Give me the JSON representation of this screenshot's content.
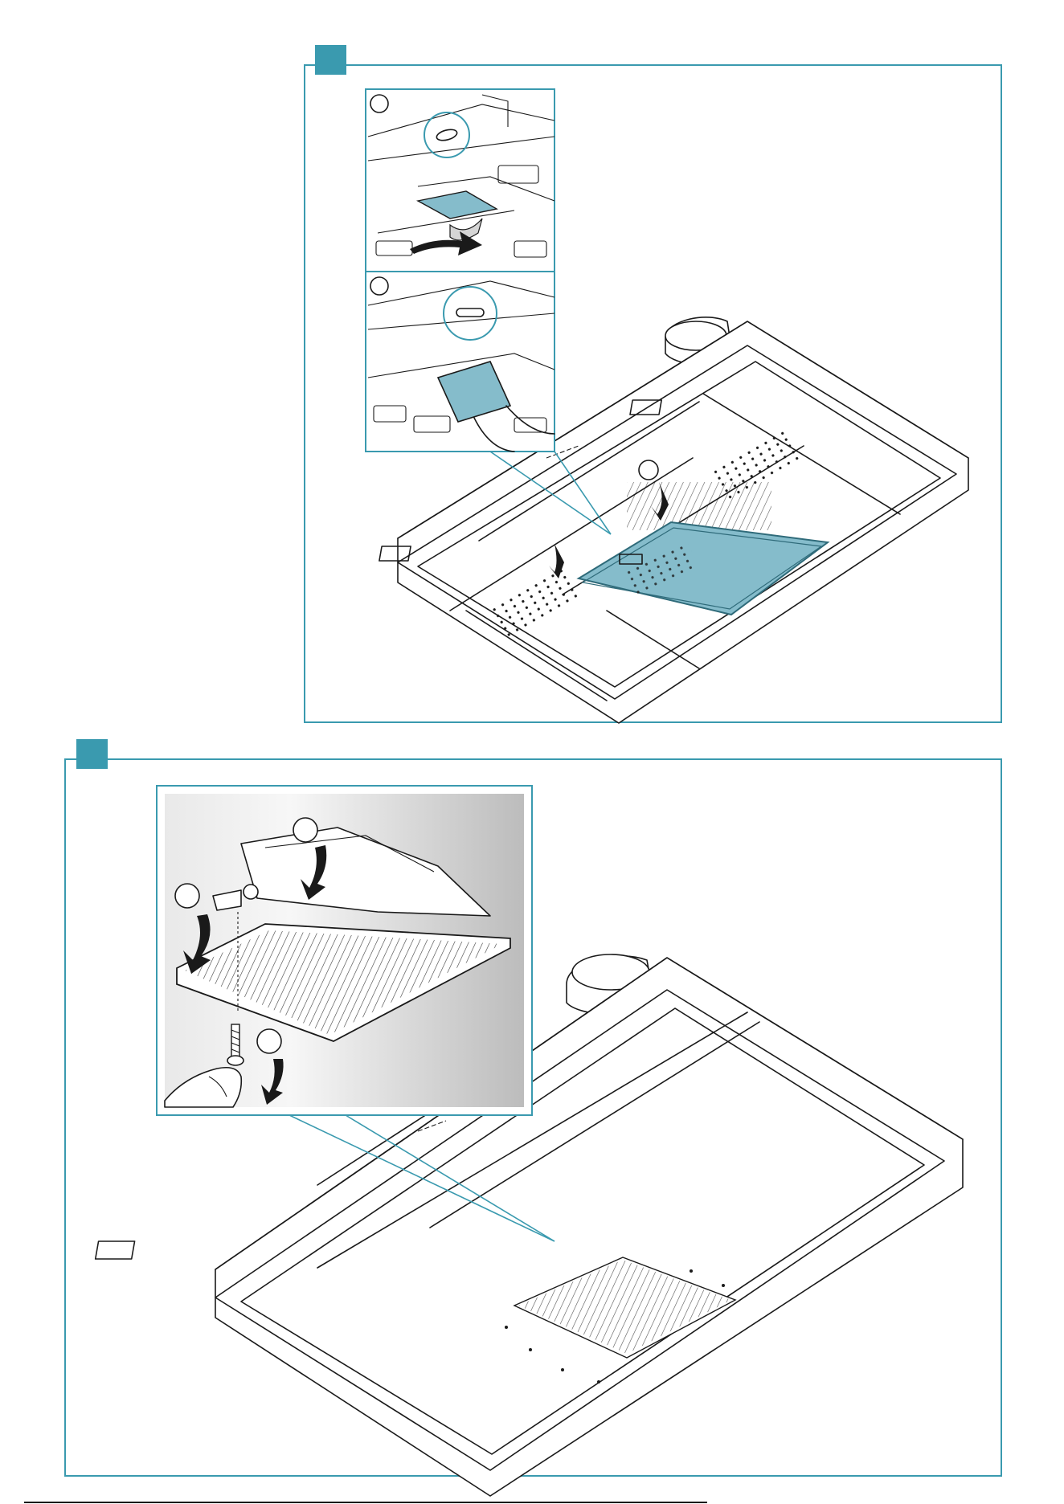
{
  "colors": {
    "accent": "#3a9aaf",
    "filter_fill": "#85bccb",
    "line": "#1a1a1a",
    "grey_light": "#e6e6e6",
    "grey_dark": "#bdbdbd"
  },
  "figures": [
    {
      "id": "figure-top",
      "tab_icon": "square-tab-icon",
      "steps": [
        "step-1-removal",
        "step-2-insert",
        "step-3-install"
      ]
    },
    {
      "id": "figure-bottom",
      "tab_icon": "square-tab-icon",
      "steps": [
        "step-1-hook",
        "step-2-press",
        "step-3-screw"
      ]
    }
  ]
}
